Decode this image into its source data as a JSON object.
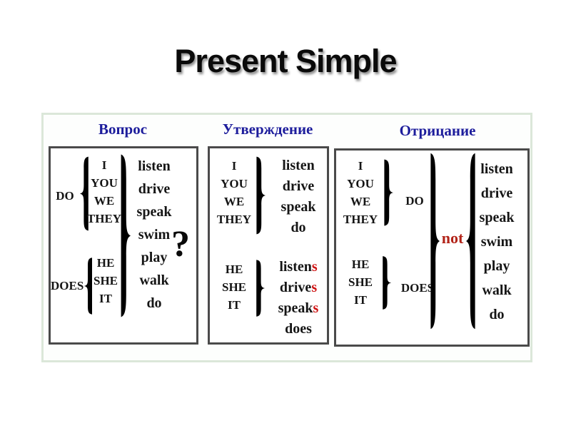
{
  "title": "Present Simple",
  "colors": {
    "green": "#25b04a",
    "header_blue": "#1d1d9c",
    "ending_red": "#cf1212",
    "not_red": "#b22318"
  },
  "panels": {
    "question": {
      "header": "Вопрос",
      "do": "DO",
      "does": "DOES",
      "pronouns_plural": [
        "I",
        "YOU",
        "WE",
        "THEY"
      ],
      "pronouns_singular": [
        "HE",
        "SHE",
        "IT"
      ],
      "verbs": [
        "listen",
        "drive",
        "speak",
        "swim",
        "play",
        "walk",
        "do"
      ],
      "question_mark": "?"
    },
    "statement": {
      "header": "Утверждение",
      "pronouns_plural": [
        "I",
        "YOU",
        "WE",
        "THEY"
      ],
      "verbs_plural": [
        "listen",
        "drive",
        "speak",
        "do"
      ],
      "pronouns_singular": [
        "HE",
        "SHE",
        "IT"
      ],
      "verb_stems_singular": [
        "listen",
        "drive",
        "speak"
      ],
      "third_person_ending": "s",
      "verb_irregular_singular": "does"
    },
    "negation": {
      "header": "Отрицание",
      "do": "DO",
      "does": "DOES",
      "pronouns_plural": [
        "I",
        "YOU",
        "WE",
        "THEY"
      ],
      "pronouns_singular": [
        "HE",
        "SHE",
        "IT"
      ],
      "not_word": "not",
      "verbs": [
        "listen",
        "drive",
        "speak",
        "swim",
        "play",
        "walk",
        "do"
      ]
    }
  }
}
